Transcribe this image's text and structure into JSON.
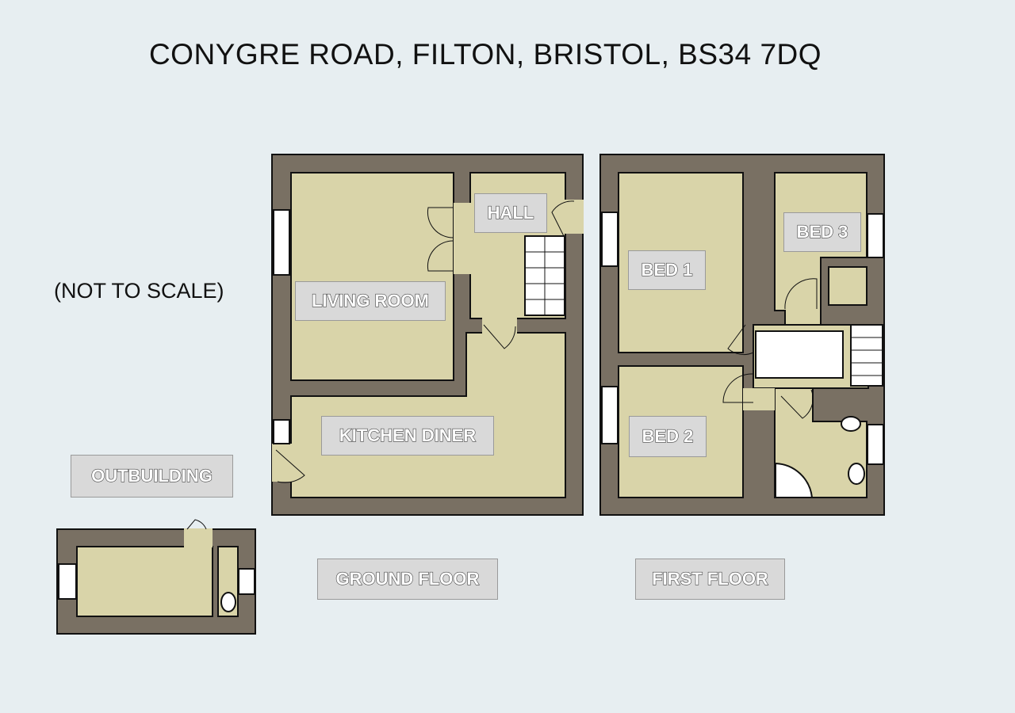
{
  "title": "CONYGRE ROAD, FILTON, BRISTOL, BS34 7DQ",
  "note": "(NOT TO SCALE)",
  "rooms": {
    "hall": "HALL",
    "living_room": "LIVING ROOM",
    "kitchen_diner": "KITCHEN DINER",
    "bed1": "BED 1",
    "bed2": "BED 2",
    "bed3": "BED 3",
    "outbuilding": "OUTBUILDING"
  },
  "floors": {
    "ground": "GROUND FLOOR",
    "first": "FIRST FLOOR"
  },
  "colors": {
    "wall": "#797063",
    "floor": "#d9d4a9",
    "background": "#e7eef1"
  }
}
